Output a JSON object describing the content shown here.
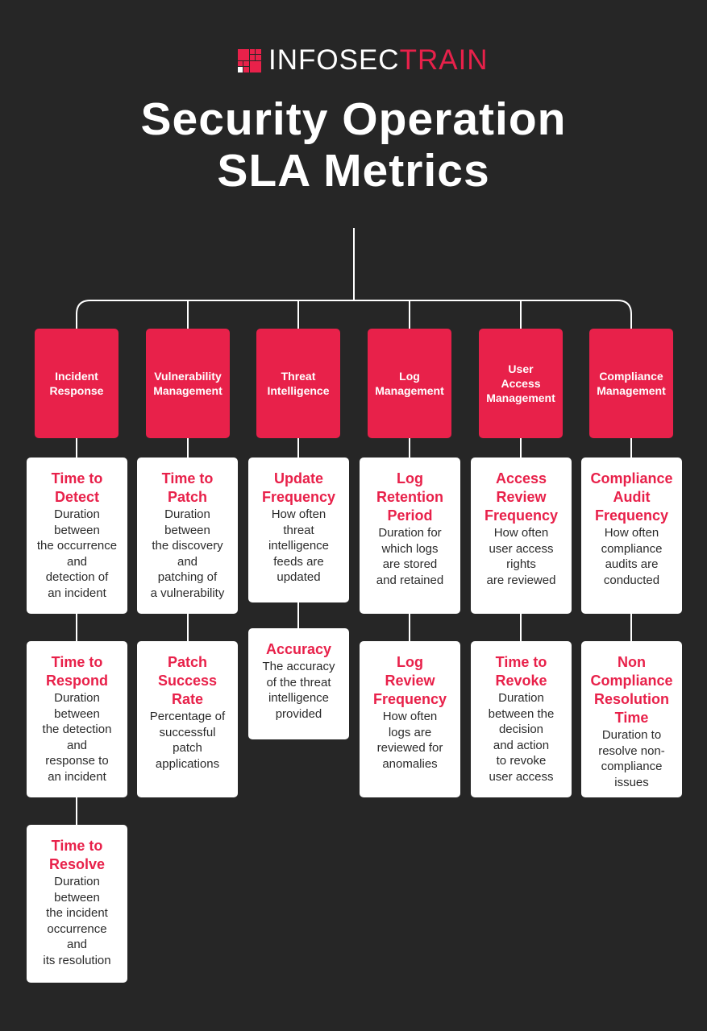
{
  "brand": {
    "name_part1": "INFOSEC",
    "name_part2": "TRAIN",
    "accent": "#e8214a"
  },
  "title": "Security Operation\nSLA Metrics",
  "colors": {
    "background": "#262626",
    "accent": "#e8214a",
    "card": "#ffffff",
    "connector": "#ffffff",
    "text": "#2b2b2b"
  },
  "columns": [
    {
      "category": "Incident\nResponse",
      "metrics": [
        {
          "title": "Time to\nDetect",
          "description": "Duration\nbetween\nthe occurrence\nand\ndetection of\nan incident"
        },
        {
          "title": "Time to\nRespond",
          "description": "Duration\nbetween\nthe detection\nand\nresponse to\nan incident"
        },
        {
          "title": "Time to\nResolve",
          "description": "Duration\nbetween\nthe incident\noccurrence\nand\nits resolution"
        }
      ]
    },
    {
      "category": "Vulnerability\nManagement",
      "metrics": [
        {
          "title": "Time to\nPatch",
          "description": "Duration\nbetween\nthe discovery\nand\npatching of\na vulnerability"
        },
        {
          "title": "Patch\nSuccess\nRate",
          "description": "Percentage of\nsuccessful\npatch\napplications"
        }
      ]
    },
    {
      "category": "Threat\nIntelligence",
      "metrics": [
        {
          "title": "Update\nFrequency",
          "description": "How often\nthreat\nintelligence\nfeeds are\nupdated"
        },
        {
          "title": "Accuracy",
          "description": "The accuracy\nof the threat\nintelligence\nprovided"
        }
      ]
    },
    {
      "category": "Log\nManagement",
      "metrics": [
        {
          "title": "Log\nRetention\nPeriod",
          "description": "Duration for\nwhich logs\nare stored\nand retained"
        },
        {
          "title": "Log\nReview\nFrequency",
          "description": "How often\nlogs are\nreviewed for\nanomalies"
        }
      ]
    },
    {
      "category": "User\nAccess\nManagement",
      "metrics": [
        {
          "title": "Access\nReview\nFrequency",
          "description": "How often\nuser access\nrights\nare reviewed"
        },
        {
          "title": "Time to\nRevoke",
          "description": "Duration\nbetween the\ndecision\nand action\nto revoke\nuser access"
        }
      ]
    },
    {
      "category": "Compliance\nManagement",
      "metrics": [
        {
          "title": "Compliance\nAudit\nFrequency",
          "description": "How often\ncompliance\naudits are\nconducted"
        },
        {
          "title": "Non\nCompliance\nResolution\nTime",
          "description": "Duration to\nresolve non-\ncompliance\nissues"
        }
      ]
    }
  ]
}
